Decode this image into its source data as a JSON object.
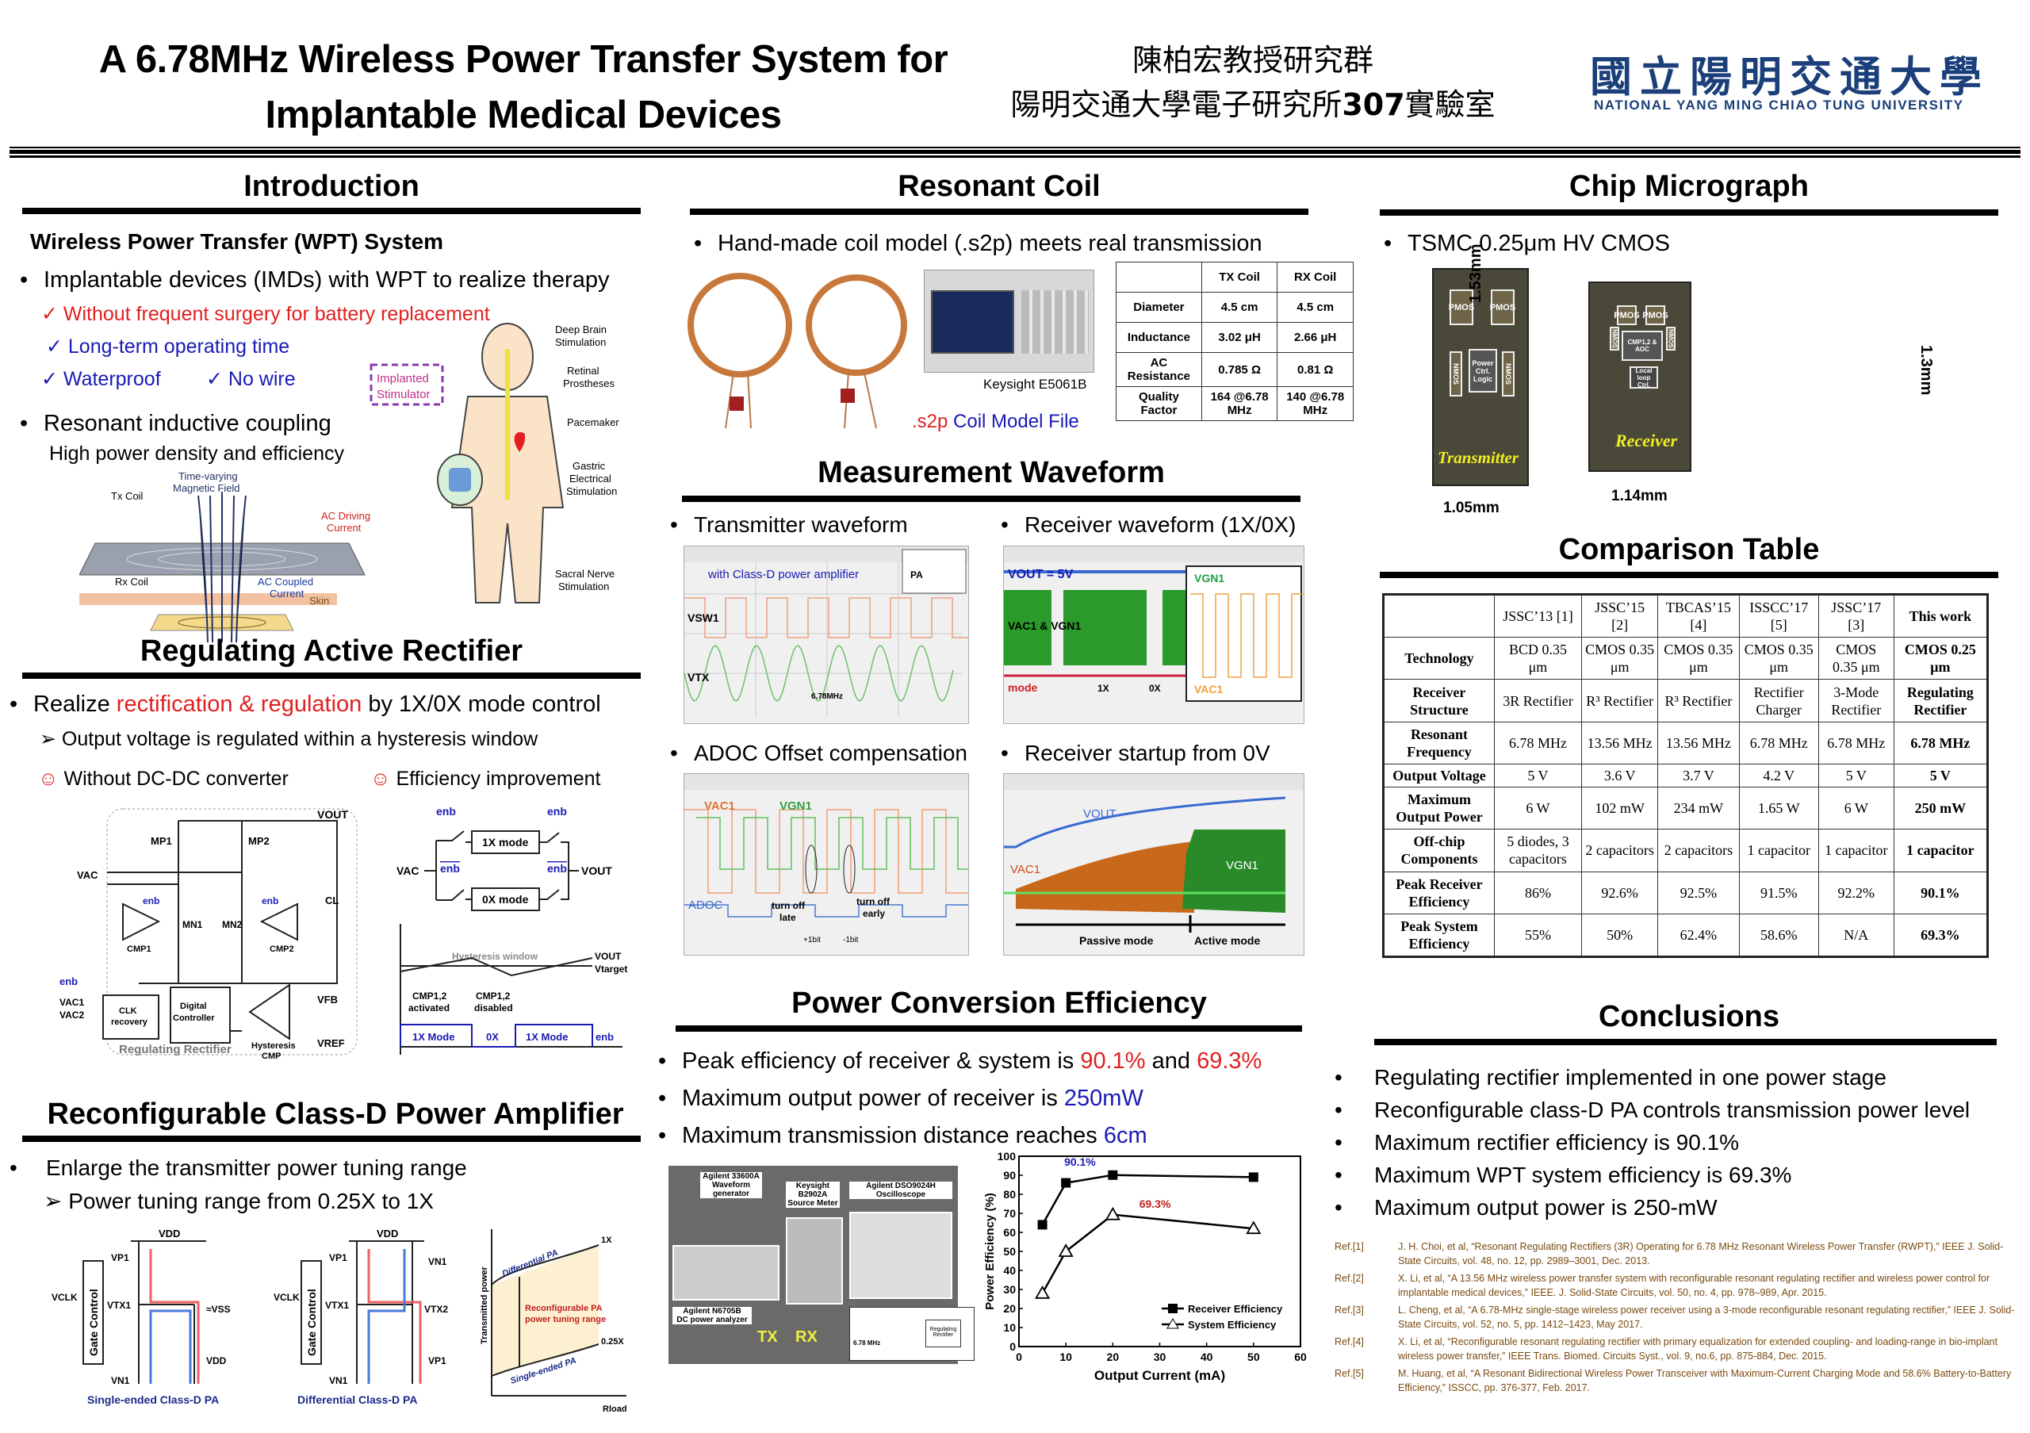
{
  "header": {
    "title_line1": "A 6.78MHz Wireless Power Transfer System for",
    "title_line2": "Implantable Medical Devices",
    "lab_line1": "陳柏宏教授研究群",
    "lab_line2_pre": "陽明交通大學電子研究所",
    "lab_line2_num": "307",
    "lab_line2_post": "實驗室",
    "logo_cn": "國立陽明交通大學",
    "logo_en": "NATIONAL YANG MING CHIAO TUNG UNIVERSITY"
  },
  "intro": {
    "title": "Introduction",
    "subtitle": "Wireless Power Transfer (WPT) System",
    "bullet1": "Implantable devices (IMDs) with WPT to realize therapy",
    "check_red": "Without frequent surgery for battery replacement",
    "check_long": "Long-term operating time",
    "check_water": "Waterproof",
    "check_wire": "No wire",
    "bullet2": "Resonant inductive coupling",
    "bullet2_sub": "High power density and efficiency",
    "coil_fig": {
      "tx_coil": "Tx Coil",
      "field": "Time-varying",
      "field2": "Magnetic Field",
      "ac_drive": "AC Driving",
      "ac_drive2": "Current",
      "skin": "Skin",
      "rx_coil": "Rx Coil",
      "ac_coupled": "AC Coupled",
      "ac_coupled2": "Current"
    },
    "body_fig": {
      "implanted": "Implanted",
      "implanted2": "Stimulator",
      "dbs": "Deep Brain",
      "dbs2": "Stimulation",
      "retinal": "Retinal",
      "retinal2": "Prostheses",
      "pacemaker": "Pacemaker",
      "gastric": "Gastric",
      "gastric2": "Electrical",
      "gastric3": "Stimulation",
      "sacral": "Sacral Nerve",
      "sacral2": "Stimulation"
    }
  },
  "rectifier": {
    "title": "Regulating Active Rectifier",
    "bullet_pre": "Realize ",
    "bullet_red": "rectification & regulation",
    "bullet_post": " by 1X/0X mode control",
    "sub": "Output voltage is regulated within a hysteresis window",
    "smile1": "Without DC-DC converter",
    "smile2": "Efficiency improvement",
    "circuit": {
      "vout": "VOUT",
      "mp1": "MP1",
      "mp2": "MP2",
      "vac": "VAC",
      "cl": "CL",
      "enb": "enb",
      "mn1": "MN1",
      "mn2": "MN2",
      "cmp1": "CMP1",
      "cmp2": "CMP2",
      "vfb": "VFB",
      "vac1": "VAC1",
      "vac2": "VAC2",
      "clk": "CLK",
      "clk2": "recovery",
      "dig": "Digital",
      "dig2": "Controller",
      "hyst": "Hysteresis",
      "hyst2": "CMP",
      "vref": "VREF",
      "label": "Regulating Rectifier"
    },
    "modes": {
      "enb": "enb",
      "mode1x": "1X mode",
      "mode0x": "0X mode",
      "vac": "VAC",
      "vout": "VOUT",
      "hyst_window": "Hysteresis window",
      "vtarget": "Vtarget",
      "cmp_act": "CMP1,2",
      "activated": "activated",
      "cmp_dis": "CMP1,2",
      "disabled": "disabled",
      "seg1": "1X Mode",
      "seg2": "0X",
      "seg3": "1X Mode",
      "enb_label": "enb"
    }
  },
  "classd": {
    "title": "Reconfigurable Class-D Power Amplifier",
    "bullet": "Enlarge the transmitter power tuning range",
    "sub": "Power tuning range from 0.25X to 1X",
    "se_label": "Single-ended Class-D PA",
    "diff_label": "Differential Class-D PA",
    "vdd": "VDD",
    "gate": "Gate Control",
    "vclk": "VCLK",
    "vtx1": "VTX1",
    "vtx2": "VTX2",
    "vss": "≈VSS",
    "vp1": "VP1",
    "vn1": "VN1",
    "graph": {
      "ylabel": "Transmitted power",
      "xlabel": "Rload",
      "diff": "Differential PA",
      "se": "Single-ended PA",
      "x1": "1X",
      "x025": "0.25X",
      "range1": "Reconfigurable PA",
      "range2": "power tuning range"
    }
  },
  "coil": {
    "title": "Resonant Coil",
    "bullet": "Hand-made coil model (.s2p) meets real transmission",
    "instrument": "Keysight E5061B",
    "file_red": ".s2p",
    "file_blue": " Coil Model File",
    "table": {
      "headers": [
        "",
        "TX Coil",
        "RX Coil"
      ],
      "rows": [
        [
          "Diameter",
          "4.5 cm",
          "4.5 cm"
        ],
        [
          "Inductance",
          "3.02 μH",
          "2.66 μH"
        ],
        [
          "AC Resistance",
          "0.785 Ω",
          "0.81 Ω"
        ],
        [
          "Quality Factor",
          "164 @6.78 MHz",
          "140 @6.78 MHz"
        ]
      ]
    }
  },
  "waveform": {
    "title": "Measurement Waveform",
    "tx": "Transmitter waveform",
    "rx": "Receiver waveform (1X/0X)",
    "adoc": "ADOC Offset compensation",
    "startup": "Receiver startup from 0V",
    "tx_fig": {
      "note": "with Class-D power amplifier",
      "vsw1": "VSW1",
      "vtx": "VTX",
      "freq": "6.78MHz",
      "pa": "PA"
    },
    "rx_fig": {
      "vout": "VOUT = 5V",
      "vac_gn": "VAC1 & VGN1",
      "mode": "mode",
      "x1": "1X",
      "x0": "0X",
      "vgn1": "VGN1",
      "vac1": "VAC1"
    },
    "adoc_fig": {
      "vac1": "VAC1",
      "vgn1": "VGN1",
      "adoc": "ADOC",
      "late": "turn off",
      "late2": "late",
      "early": "turn off",
      "early2": "early",
      "plus": "+1bit",
      "minus": "-1bit"
    },
    "start_fig": {
      "vout": "VOUT",
      "vac1": "VAC1",
      "vgn1": "VGN1",
      "passive": "Passive mode",
      "active": "Active mode"
    }
  },
  "efficiency": {
    "title": "Power Conversion Efficiency",
    "b1_pre": "Peak efficiency of receiver & system is ",
    "b1_v1": "90.1%",
    "b1_mid": " and ",
    "b1_v2": "69.3%",
    "b2_pre": "Maximum output power of receiver is ",
    "b2_v": "250mW",
    "b3_pre": "Maximum transmission distance reaches ",
    "b3_v": "6cm",
    "setup": {
      "gen": "Agilent 33600A",
      "gen2": "Waveform",
      "gen3": "generator",
      "src": "Keysight",
      "src2": "B2902A",
      "src3": "Source Meter",
      "osc": "Agilent DSO9024H",
      "osc2": "Oscilloscope",
      "dc": "Agilent N6705B",
      "dc2": "DC power analyzer",
      "tx": "TX",
      "rx": "RX",
      "freq": "6.78 MHz",
      "reg": "Regulating Rectifier"
    }
  },
  "chart_data": {
    "type": "line",
    "title": "",
    "xlabel": "Output Current (mA)",
    "ylabel": "Power Efficiency (%)",
    "xlim": [
      0,
      60
    ],
    "ylim": [
      0,
      100
    ],
    "xticks": [
      0,
      10,
      20,
      30,
      40,
      50,
      60
    ],
    "yticks": [
      0,
      10,
      20,
      30,
      40,
      50,
      60,
      70,
      80,
      90,
      100
    ],
    "legend_position": "bottom-right",
    "series": [
      {
        "name": "Receiver Efficiency",
        "marker": "filled-square",
        "x": [
          5,
          10,
          20,
          50
        ],
        "y": [
          64,
          86,
          90.1,
          89
        ]
      },
      {
        "name": "System Efficiency",
        "marker": "open-triangle",
        "x": [
          5,
          10,
          20,
          50
        ],
        "y": [
          28,
          50,
          69.3,
          62
        ]
      }
    ],
    "annotations": [
      {
        "text": "90.1%",
        "color": "#1a1ab4",
        "x": 13,
        "y": 95
      },
      {
        "text": "69.3%",
        "color": "#c02020",
        "x": 29,
        "y": 73
      }
    ]
  },
  "chip": {
    "title": "Chip Micrograph",
    "bullet": "TSMC 0.25μm HV CMOS",
    "tx_label": "Transmitter",
    "rx_label": "Receiver",
    "tx_h": "1.53mm",
    "tx_w": "1.05mm",
    "rx_h": "1.3mm",
    "rx_w": "1.14mm",
    "pmos": "PMOS",
    "nmos": "NMOS",
    "power_ctrl": "Power Ctrl. Logic",
    "cmp_aoc": "CMP1,2 & AOC",
    "local": "Local loop Ctrl."
  },
  "comparison": {
    "title": "Comparison Table",
    "headers": [
      "",
      "JSSC’13 [1]",
      "JSSC’15 [2]",
      "TBCAS’15 [4]",
      "ISSCC’17 [5]",
      "JSSC’17 [3]",
      "This work"
    ],
    "rows": [
      [
        "Technology",
        "BCD 0.35 μm",
        "CMOS 0.35 μm",
        "CMOS 0.35 μm",
        "CMOS 0.35 μm",
        "CMOS 0.35 μm",
        "CMOS 0.25 μm"
      ],
      [
        "Receiver Structure",
        "3R Rectifier",
        "R³ Rectifier",
        "R³ Rectifier",
        "Rectifier Charger",
        "3-Mode Rectifier",
        "Regulating Rectifier"
      ],
      [
        "Resonant Frequency",
        "6.78 MHz",
        "13.56 MHz",
        "13.56 MHz",
        "6.78 MHz",
        "6.78 MHz",
        "6.78 MHz"
      ],
      [
        "Output Voltage",
        "5 V",
        "3.6 V",
        "3.7 V",
        "4.2 V",
        "5 V",
        "5 V"
      ],
      [
        "Maximum Output Power",
        "6 W",
        "102 mW",
        "234 mW",
        "1.65 W",
        "6 W",
        "250 mW"
      ],
      [
        "Off-chip Components",
        "5 diodes, 3 capacitors",
        "2 capacitors",
        "2 capacitors",
        "1 capacitor",
        "1 capacitor",
        "1 capacitor"
      ],
      [
        "Peak Receiver Efficiency",
        "86%",
        "92.6%",
        "92.5%",
        "91.5%",
        "92.2%",
        "90.1%"
      ],
      [
        "Peak System Efficiency",
        "55%",
        "50%",
        "62.4%",
        "58.6%",
        "N/A",
        "69.3%"
      ]
    ]
  },
  "conclusions": {
    "title": "Conclusions",
    "items": [
      "Regulating rectifier implemented in one power stage",
      "Reconfigurable class-D PA controls transmission power level",
      "Maximum rectifier efficiency is 90.1%",
      "Maximum WPT system efficiency is 69.3%",
      "Maximum output power is 250-mW"
    ]
  },
  "references": [
    {
      "label": "Ref.[1]",
      "text": "J. H. Choi, et al, “Resonant Regulating Rectifiers (3R) Operating for 6.78 MHz Resonant Wireless Power Transfer (RWPT),” IEEE J. Solid-State Circuits, vol. 48, no. 12, pp. 2989–3001, Dec. 2013."
    },
    {
      "label": "Ref.[2]",
      "text": "X. Li, et al, “A 13.56 MHz wireless power transfer system with reconfigurable resonant regulating rectifier and wireless power control for implantable medical devices,” IEEE. J. Solid-State Circuits, vol. 50, no. 4, pp. 978–989, Apr. 2015."
    },
    {
      "label": "Ref.[3]",
      "text": "L. Cheng, et al, “A 6.78-MHz single-stage wireless power receiver using a 3-mode reconfigurable resonant regulating rectifier,” IEEE J. Solid-State Circuits, vol. 52, no. 5, pp. 1412–1423, May 2017."
    },
    {
      "label": "Ref.[4]",
      "text": "X. Li, et al, “Reconfigurable resonant regulating rectifier with primary equalization for extended coupling- and loading-range in bio-implant wireless power transfer,” IEEE Trans. Biomed. Circuits Syst., vol. 9, no.6, pp. 875-884, Dec. 2015."
    },
    {
      "label": "Ref.[5]",
      "text": "M. Huang, et al, “A Resonant Bidirectional Wireless Power Transceiver with Maximum-Current Charging Mode and 58.6% Battery-to-Battery Efficiency,” ISSCC, pp. 376-377, Feb. 2017."
    }
  ]
}
